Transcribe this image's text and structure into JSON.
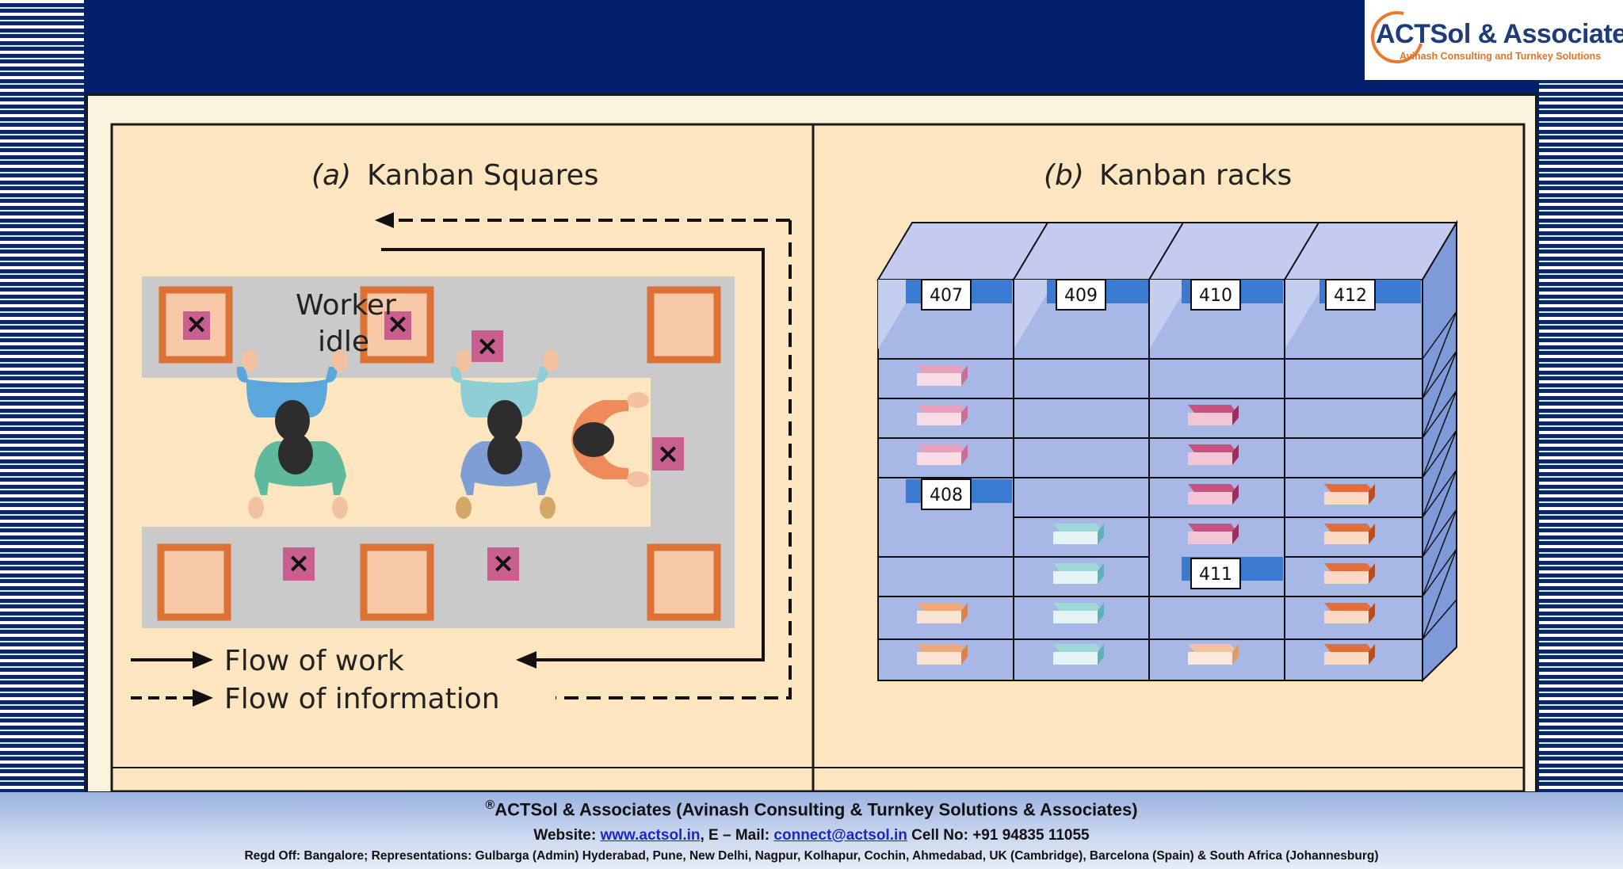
{
  "logo": {
    "name": "ACTSol & Associates",
    "tagline": "Avinash Consulting and Turnkey Solutions"
  },
  "diagram_a": {
    "label": "(a)",
    "title": "Kanban Squares",
    "worker_idle_line1": "Worker",
    "worker_idle_line2": "idle",
    "legend_work": "Flow of work",
    "legend_info": "Flow of information",
    "square_mark": "×"
  },
  "diagram_b": {
    "label": "(b)",
    "title": "Kanban racks",
    "tags": [
      "407",
      "409",
      "410",
      "412",
      "408",
      "411"
    ]
  },
  "footer": {
    "reg_mark": "®",
    "company": "ACTSol & Associates (Avinash Consulting & Turnkey Solutions & Associates)",
    "website_label": "Website:",
    "website": "www.actsol.in",
    "email_label": ",  E – Mail:",
    "email": "connect@actsol.in",
    "phone": " Cell No: +91 94835 11055",
    "offices": "Regd Off: Bangalore; Representations: Gulbarga (Admin) Hyderabad, Pune, New Delhi, Nagpur, Kolhapur, Cochin, Ahmedabad, UK (Cambridge), Barcelona (Spain) & South Africa (Johannesburg)"
  },
  "colors": {
    "navy": "#03206a",
    "panel_bg": "#fbf3dc",
    "diagram_bg": "#fde6bf",
    "square_orange": "#dc7236",
    "card_pink": "#c85f8f",
    "rack_blue": "#a8b8e6"
  }
}
